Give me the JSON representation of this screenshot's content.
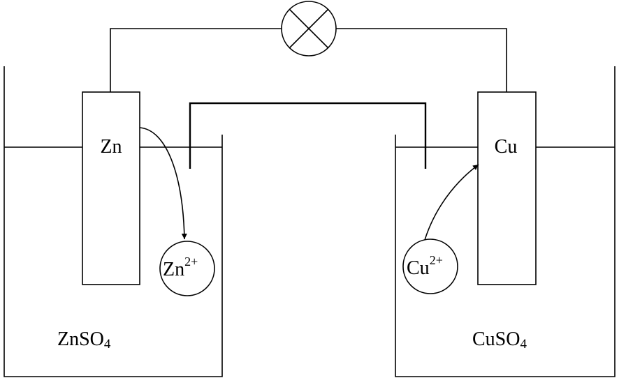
{
  "left_electrode": "Zn",
  "right_electrode": "Cu",
  "left_ion": {
    "base": "Zn",
    "charge": "2+"
  },
  "right_ion": {
    "base": "Cu",
    "charge": "2+"
  },
  "left_solution": {
    "base": "ZnSO",
    "subscript": "4"
  },
  "right_solution": {
    "base": "CuSO",
    "subscript": "4"
  },
  "lamp_icon": "bulb-x-icon"
}
